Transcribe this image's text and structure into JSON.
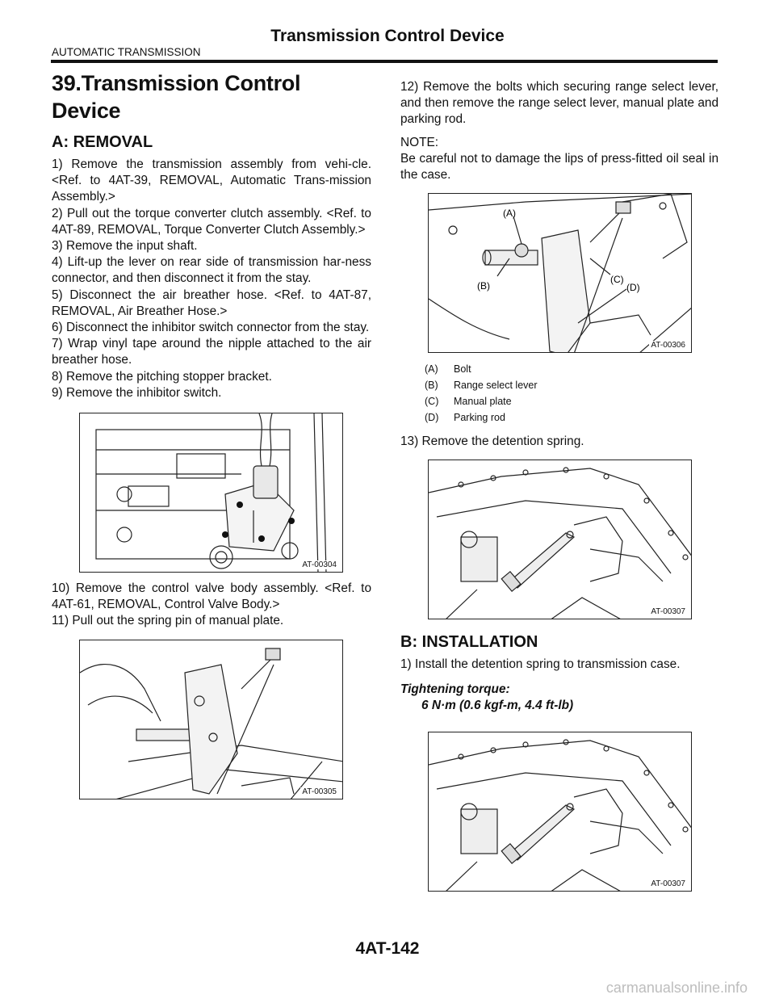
{
  "header": {
    "title": "Transmission Control Device",
    "section": "AUTOMATIC TRANSMISSION"
  },
  "main_heading": "39.Transmission Control Device",
  "removal": {
    "heading": "A:  REMOVAL",
    "steps_left": [
      "1) Remove the transmission assembly from vehi-cle. <Ref. to 4AT-39, REMOVAL, Automatic Trans-mission Assembly.>",
      "2) Pull out the torque converter clutch assembly. <Ref. to 4AT-89, REMOVAL, Torque Converter Clutch Assembly.>",
      "3) Remove the input shaft.",
      "4) Lift-up the lever on rear side of transmission har-ness connector, and then disconnect it from the stay.",
      "5) Disconnect the air breather hose. <Ref. to 4AT-87, REMOVAL, Air Breather Hose.>",
      "6) Disconnect the inhibitor switch connector from the stay.",
      "7) Wrap vinyl tape around the nipple attached to the air breather hose.",
      "8) Remove the pitching stopper bracket.",
      "9) Remove the inhibitor switch."
    ],
    "step_10": "10) Remove the control valve body assembly. <Ref. to 4AT-61, REMOVAL, Control Valve Body.>",
    "step_11": "11) Pull out the spring pin of manual plate.",
    "step_12": "12) Remove the bolts which securing range select lever, and then remove the range select lever, manual plate and parking rod.",
    "note_label": "NOTE:",
    "note_text": "Be careful not to damage the lips of press-fitted oil seal in the case.",
    "step_13": "13) Remove the detention spring."
  },
  "figures": {
    "fig1": "AT-00304",
    "fig2": "AT-00305",
    "fig3": "AT-00306",
    "fig4": "AT-00307",
    "fig5": "AT-00307"
  },
  "fig3_callouts": {
    "a": "(A)",
    "b": "(B)",
    "c": "(C)",
    "d": "(D)"
  },
  "legend": [
    {
      "key": "(A)",
      "value": "Bolt"
    },
    {
      "key": "(B)",
      "value": "Range select lever"
    },
    {
      "key": "(C)",
      "value": "Manual plate"
    },
    {
      "key": "(D)",
      "value": "Parking rod"
    }
  ],
  "installation": {
    "heading": "B:  INSTALLATION",
    "step_1": "1) Install the detention spring to transmission case.",
    "torque_label": "Tightening torque:",
    "torque_value": "6 N·m (0.6 kgf-m, 4.4 ft-lb)"
  },
  "page_number": "4AT-142",
  "watermark": "carmanualsonline.info"
}
